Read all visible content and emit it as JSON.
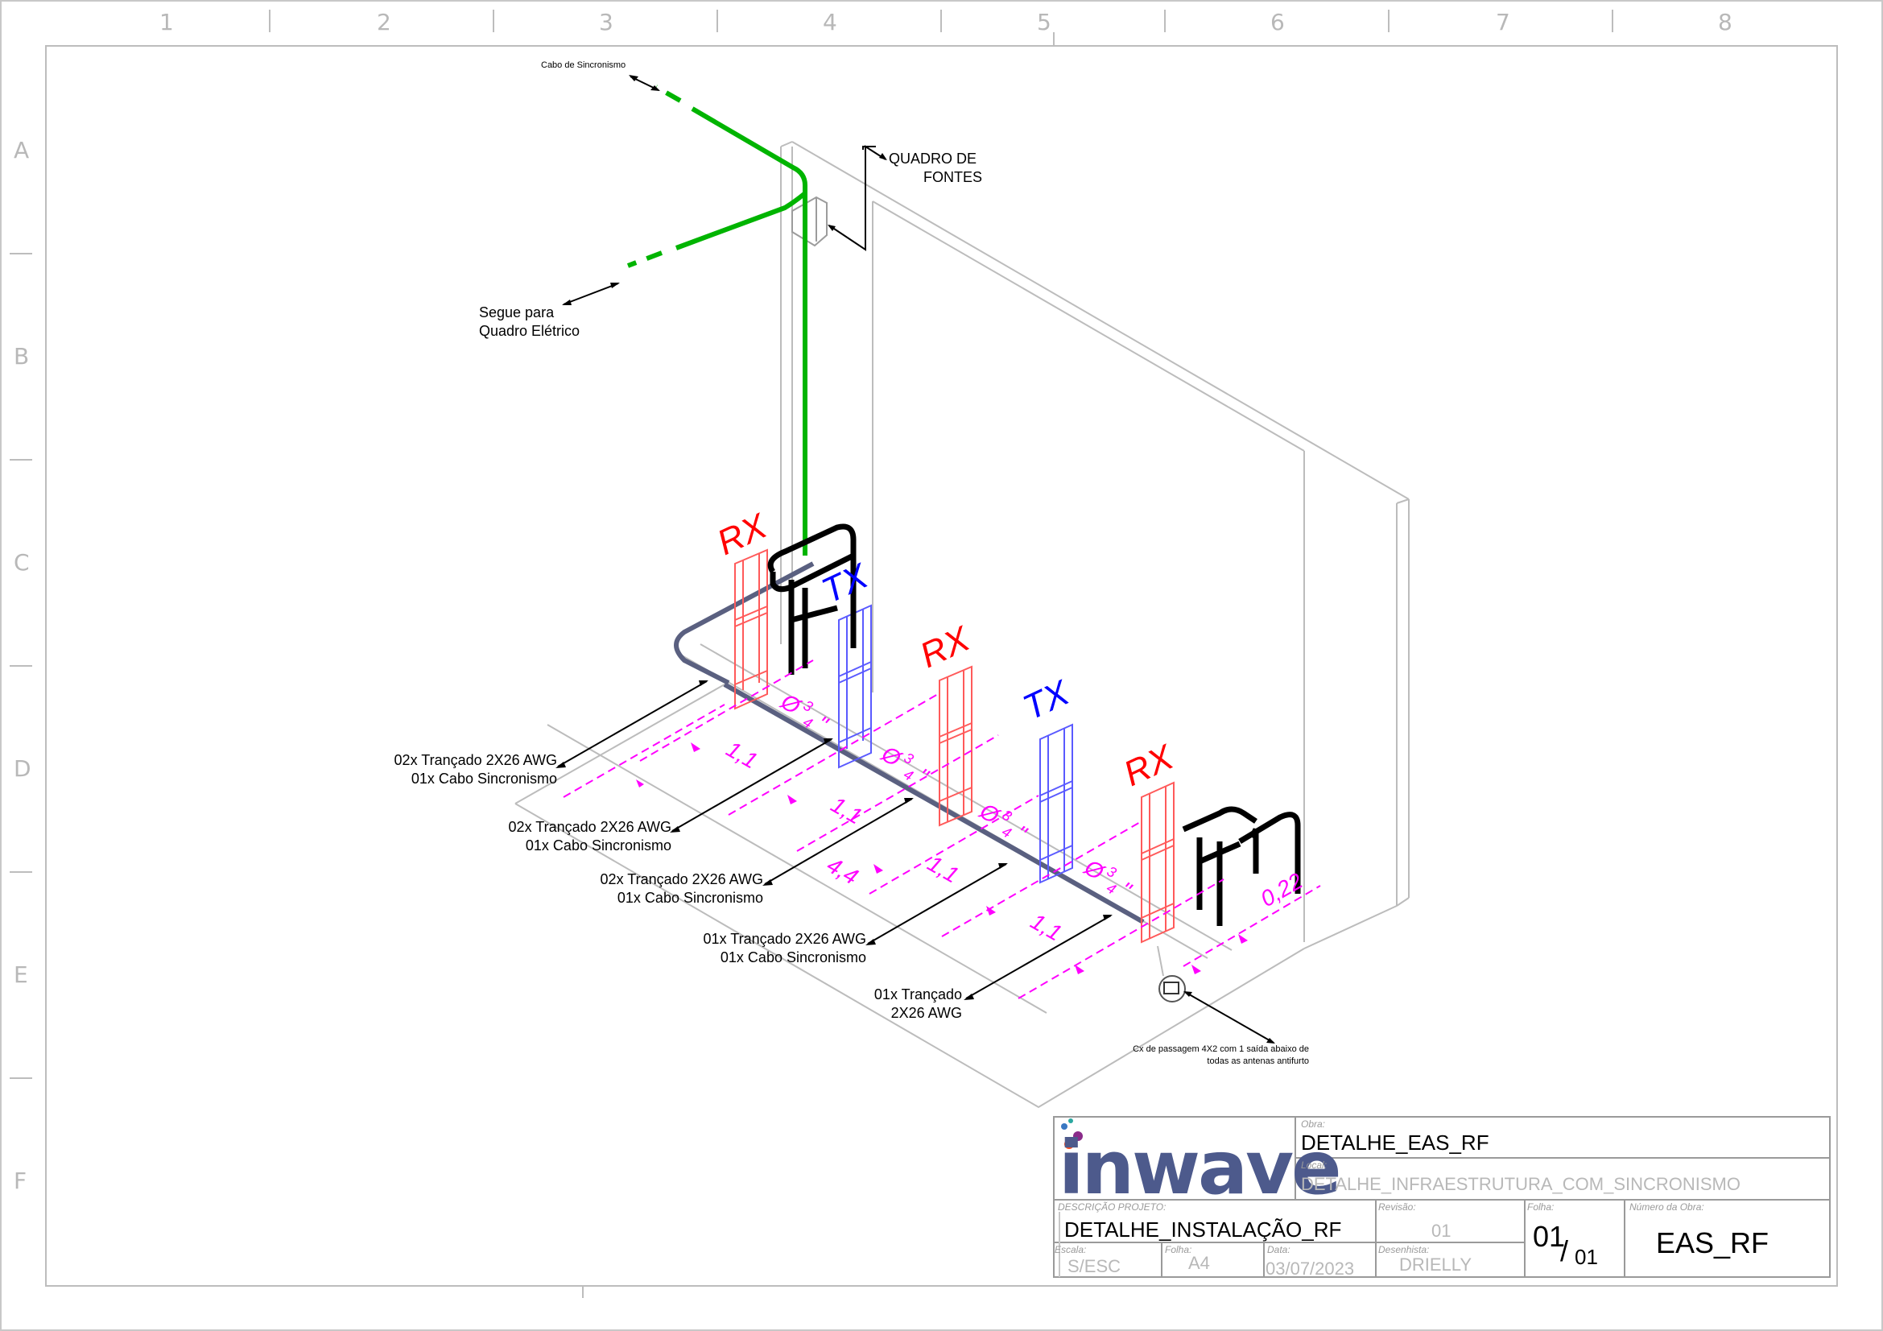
{
  "grid": {
    "columns": [
      "1",
      "2",
      "3",
      "4",
      "5",
      "6",
      "7",
      "8"
    ],
    "rows": [
      "A",
      "B",
      "C",
      "D",
      "E",
      "F"
    ]
  },
  "labels": {
    "sync_cable": "Cabo de Sincronismo",
    "power_panel_line1": "QUADRO DE",
    "power_panel_line2": "FONTES",
    "goes_to_line1": "Segue para",
    "goes_to_line2": "Quadro Elétrico",
    "callout1_line1": "02x Trançado 2X26 AWG",
    "callout1_line2": "01x Cabo Sincronismo",
    "callout2_line1": "02x Trançado 2X26 AWG",
    "callout2_line2": "01x Cabo Sincronismo",
    "callout3_line1": "02x Trançado 2X26 AWG",
    "callout3_line2": "01x Cabo Sincronismo",
    "callout4_line1": "01x Trançado 2X26 AWG",
    "callout4_line2": "01x Cabo Sincronismo",
    "callout5_line1": "01x Trançado",
    "callout5_line2": "2X26 AWG",
    "box_note_line1": "Cx de passagem 4X2 com 1 saída abaixo de",
    "box_note_line2": "todas as antenas antifurto"
  },
  "antennas": {
    "rx": "RX",
    "tx": "TX"
  },
  "dimensions": {
    "d1": "1,1",
    "d2": "1,1",
    "d3": "4,4",
    "d4": "1,1",
    "d5": "1,1",
    "d6": "0,22",
    "conduit_symbol": "Ø",
    "conduit_num": "3",
    "conduit_den": "4",
    "conduit_inch": "\""
  },
  "title_block": {
    "logo": "inwave",
    "obra_caption": "Obra:",
    "obra_value": "DETALHE_EAS_RF",
    "local_caption": "Local:",
    "local_value": "DETALHE_INFRAESTRUTURA_COM_SINCRONISMO",
    "descricao_caption": "DESCRIÇÃO PROJETO:",
    "descricao_value": "DETALHE_INSTALAÇÃO_RF",
    "revisao_caption": "Revisão:",
    "revisao_value": "01",
    "folha_caption": "Folha:",
    "folha_num": "01",
    "folha_sep": "/",
    "folha_total": "01",
    "numero_caption": "Número da Obra:",
    "numero_value": "EAS_RF",
    "escala_caption": "Escala:",
    "escala_value": "S/ESC",
    "folha2_caption": "Folha:",
    "folha2_value": "A4",
    "data_caption": "Data:",
    "data_value": "03/07/2023",
    "desenhista_caption": "Desenhista:",
    "desenhista_value": "DRIELLY"
  },
  "colors": {
    "sync_cable": "#00b400",
    "rx_antenna": "#ff0000",
    "tx_antenna": "#0000ff",
    "dimension": "#ff00ff",
    "conduit": "#5a6080",
    "logo": "#4d5a8c"
  }
}
